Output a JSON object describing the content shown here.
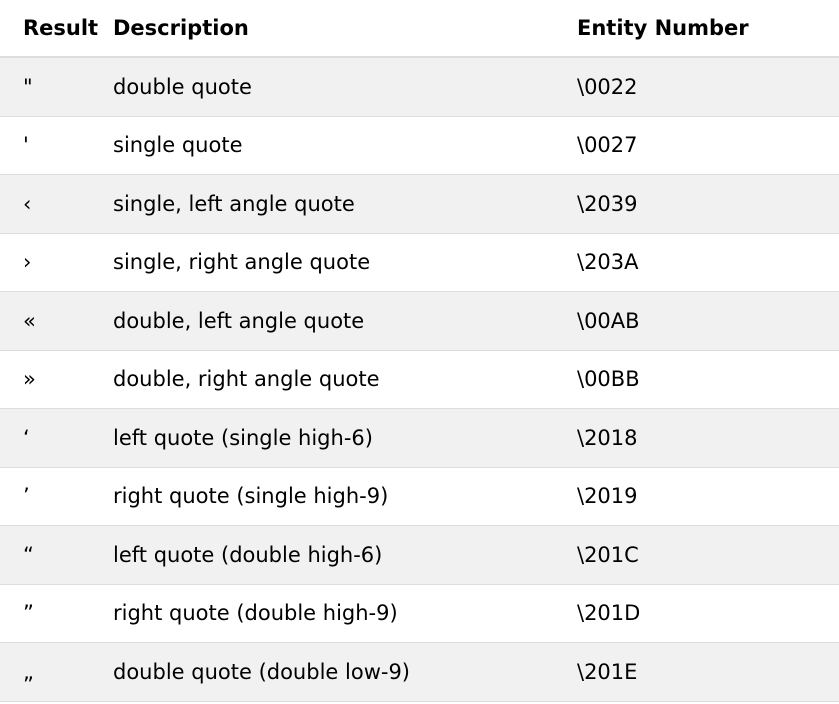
{
  "table": {
    "headers": {
      "result": "Result",
      "description": "Description",
      "entity": "Entity Number"
    },
    "rows": [
      {
        "result": "\"",
        "description": "double quote",
        "entity": "\\0022"
      },
      {
        "result": "'",
        "description": "single quote",
        "entity": "\\0027"
      },
      {
        "result": "‹",
        "description": "single, left angle quote",
        "entity": "\\2039"
      },
      {
        "result": "›",
        "description": "single, right angle quote",
        "entity": "\\203A"
      },
      {
        "result": "«",
        "description": "double, left angle quote",
        "entity": "\\00AB"
      },
      {
        "result": "»",
        "description": "double, right angle quote",
        "entity": "\\00BB"
      },
      {
        "result": "‘",
        "description": "left quote (single high-6)",
        "entity": "\\2018"
      },
      {
        "result": "’",
        "description": "right quote (single high-9)",
        "entity": "\\2019"
      },
      {
        "result": "“",
        "description": "left quote (double high-6)",
        "entity": "\\201C"
      },
      {
        "result": "”",
        "description": "right quote (double high-9)",
        "entity": "\\201D"
      },
      {
        "result": "„",
        "description": "double quote (double low-9)",
        "entity": "\\201E"
      }
    ]
  }
}
